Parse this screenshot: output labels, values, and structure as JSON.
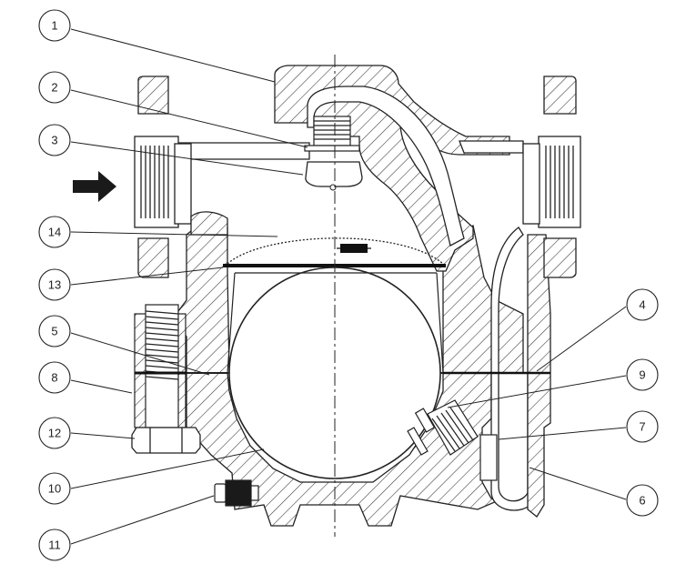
{
  "callouts": [
    {
      "id": "1",
      "label": "1"
    },
    {
      "id": "2",
      "label": "2"
    },
    {
      "id": "3",
      "label": "3"
    },
    {
      "id": "4",
      "label": "4"
    },
    {
      "id": "5",
      "label": "5"
    },
    {
      "id": "6",
      "label": "6"
    },
    {
      "id": "7",
      "label": "7"
    },
    {
      "id": "8",
      "label": "8"
    },
    {
      "id": "9",
      "label": "9"
    },
    {
      "id": "10",
      "label": "10"
    },
    {
      "id": "11",
      "label": "11"
    },
    {
      "id": "12",
      "label": "12"
    },
    {
      "id": "13",
      "label": "13"
    },
    {
      "id": "14",
      "label": "14"
    }
  ],
  "colors": {
    "line": "#222222",
    "fill": "#ffffff",
    "hatch": "#333333",
    "dark": "#1a1a1a"
  }
}
